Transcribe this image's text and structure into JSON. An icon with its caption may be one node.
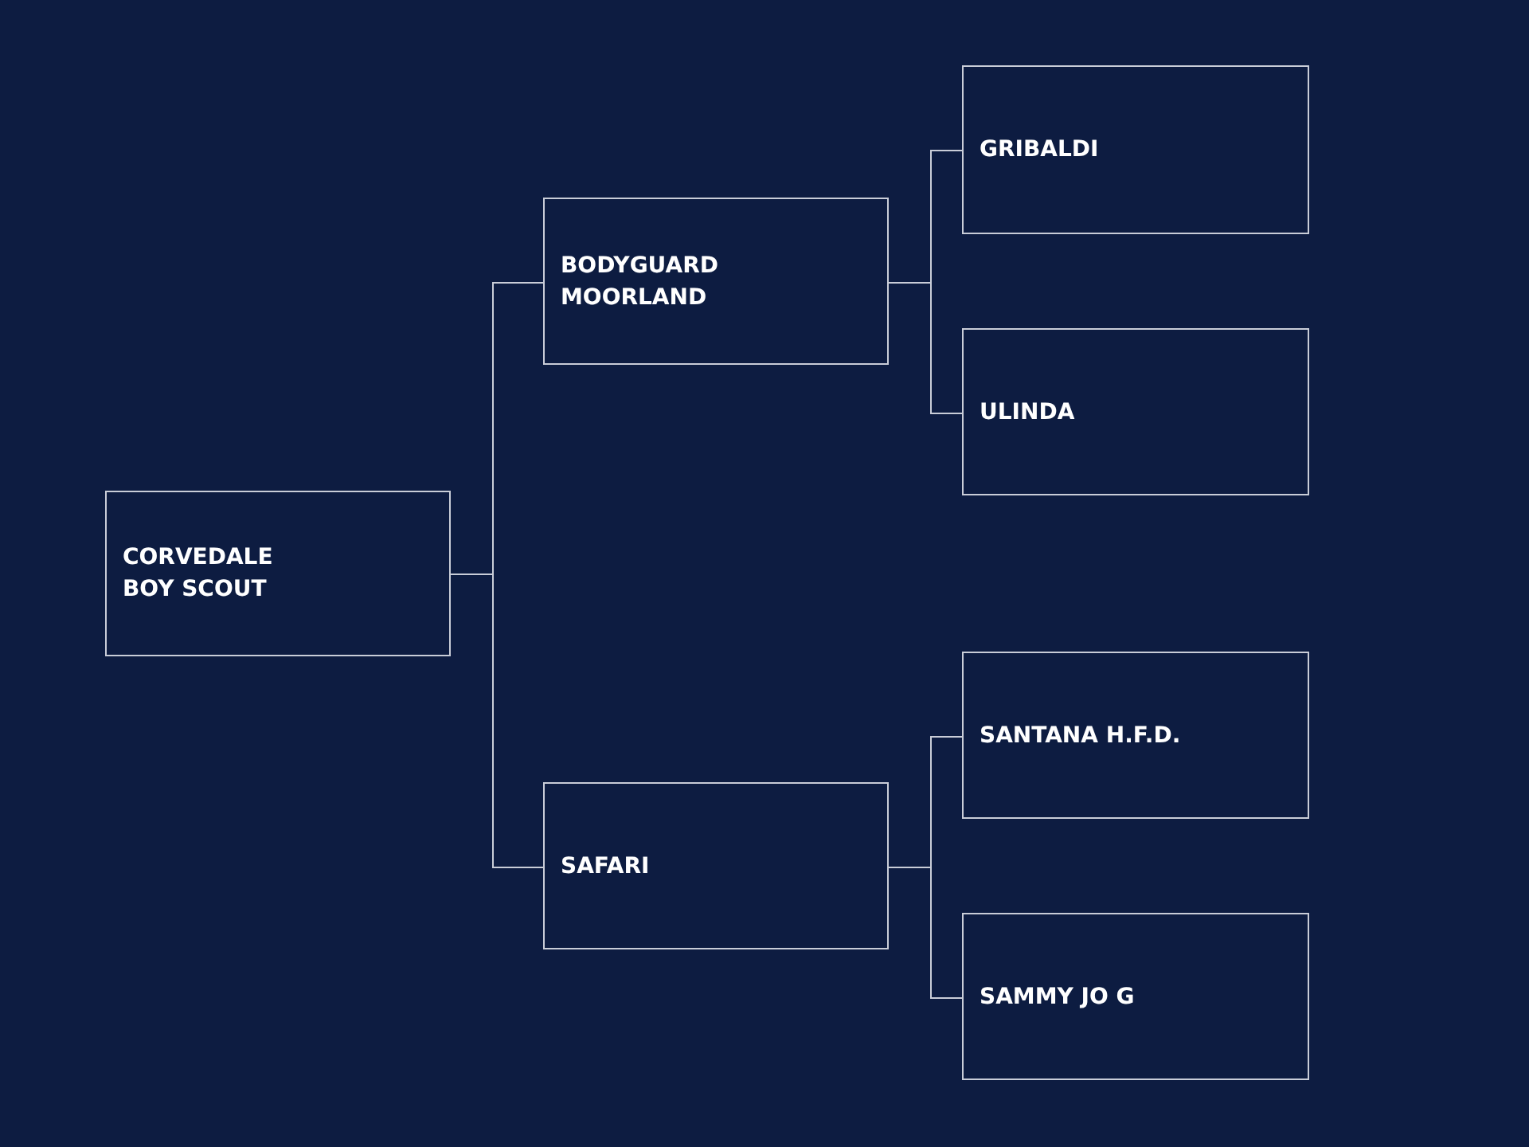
{
  "diagram": {
    "nodes": [
      {
        "text": [
          "CORVEDALE BOY SCOUT"
        ]
      },
      {
        "text": [
          "BODYGUARD MOORLAND"
        ]
      },
      {
        "text": [
          "SAFARI"
        ]
      },
      {
        "text": [
          "GRIBALDI"
        ]
      },
      {
        "text": [
          "ULINDA"
        ]
      },
      {
        "text": [
          "SANTANA H.F.D."
        ]
      },
      {
        "text": [
          "SAMMY JO G"
        ]
      }
    ],
    "edges": [
      {
        "from": 0,
        "to": 1,
        "arrow": "none"
      },
      {
        "from": 0,
        "to": 2,
        "arrow": "none"
      },
      {
        "from": 1,
        "to": 3,
        "arrow": "none"
      },
      {
        "from": 1,
        "to": 4,
        "arrow": "none"
      },
      {
        "from": 2,
        "to": 5,
        "arrow": "none"
      },
      {
        "from": 2,
        "to": 6,
        "arrow": "none"
      }
    ]
  }
}
